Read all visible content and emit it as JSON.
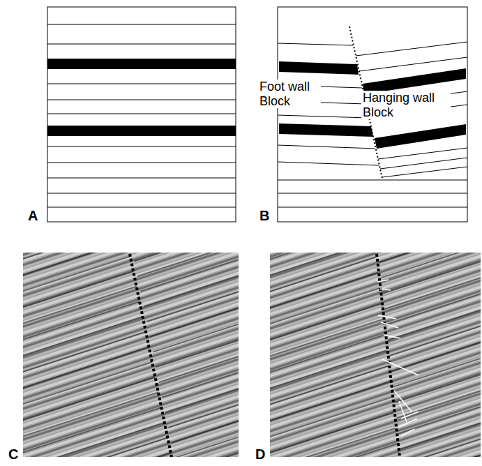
{
  "diagram": {
    "labels": [
      "A",
      "B",
      "Foot wall Block",
      "Hanging wall Block",
      "C",
      "D"
    ]
  }
}
